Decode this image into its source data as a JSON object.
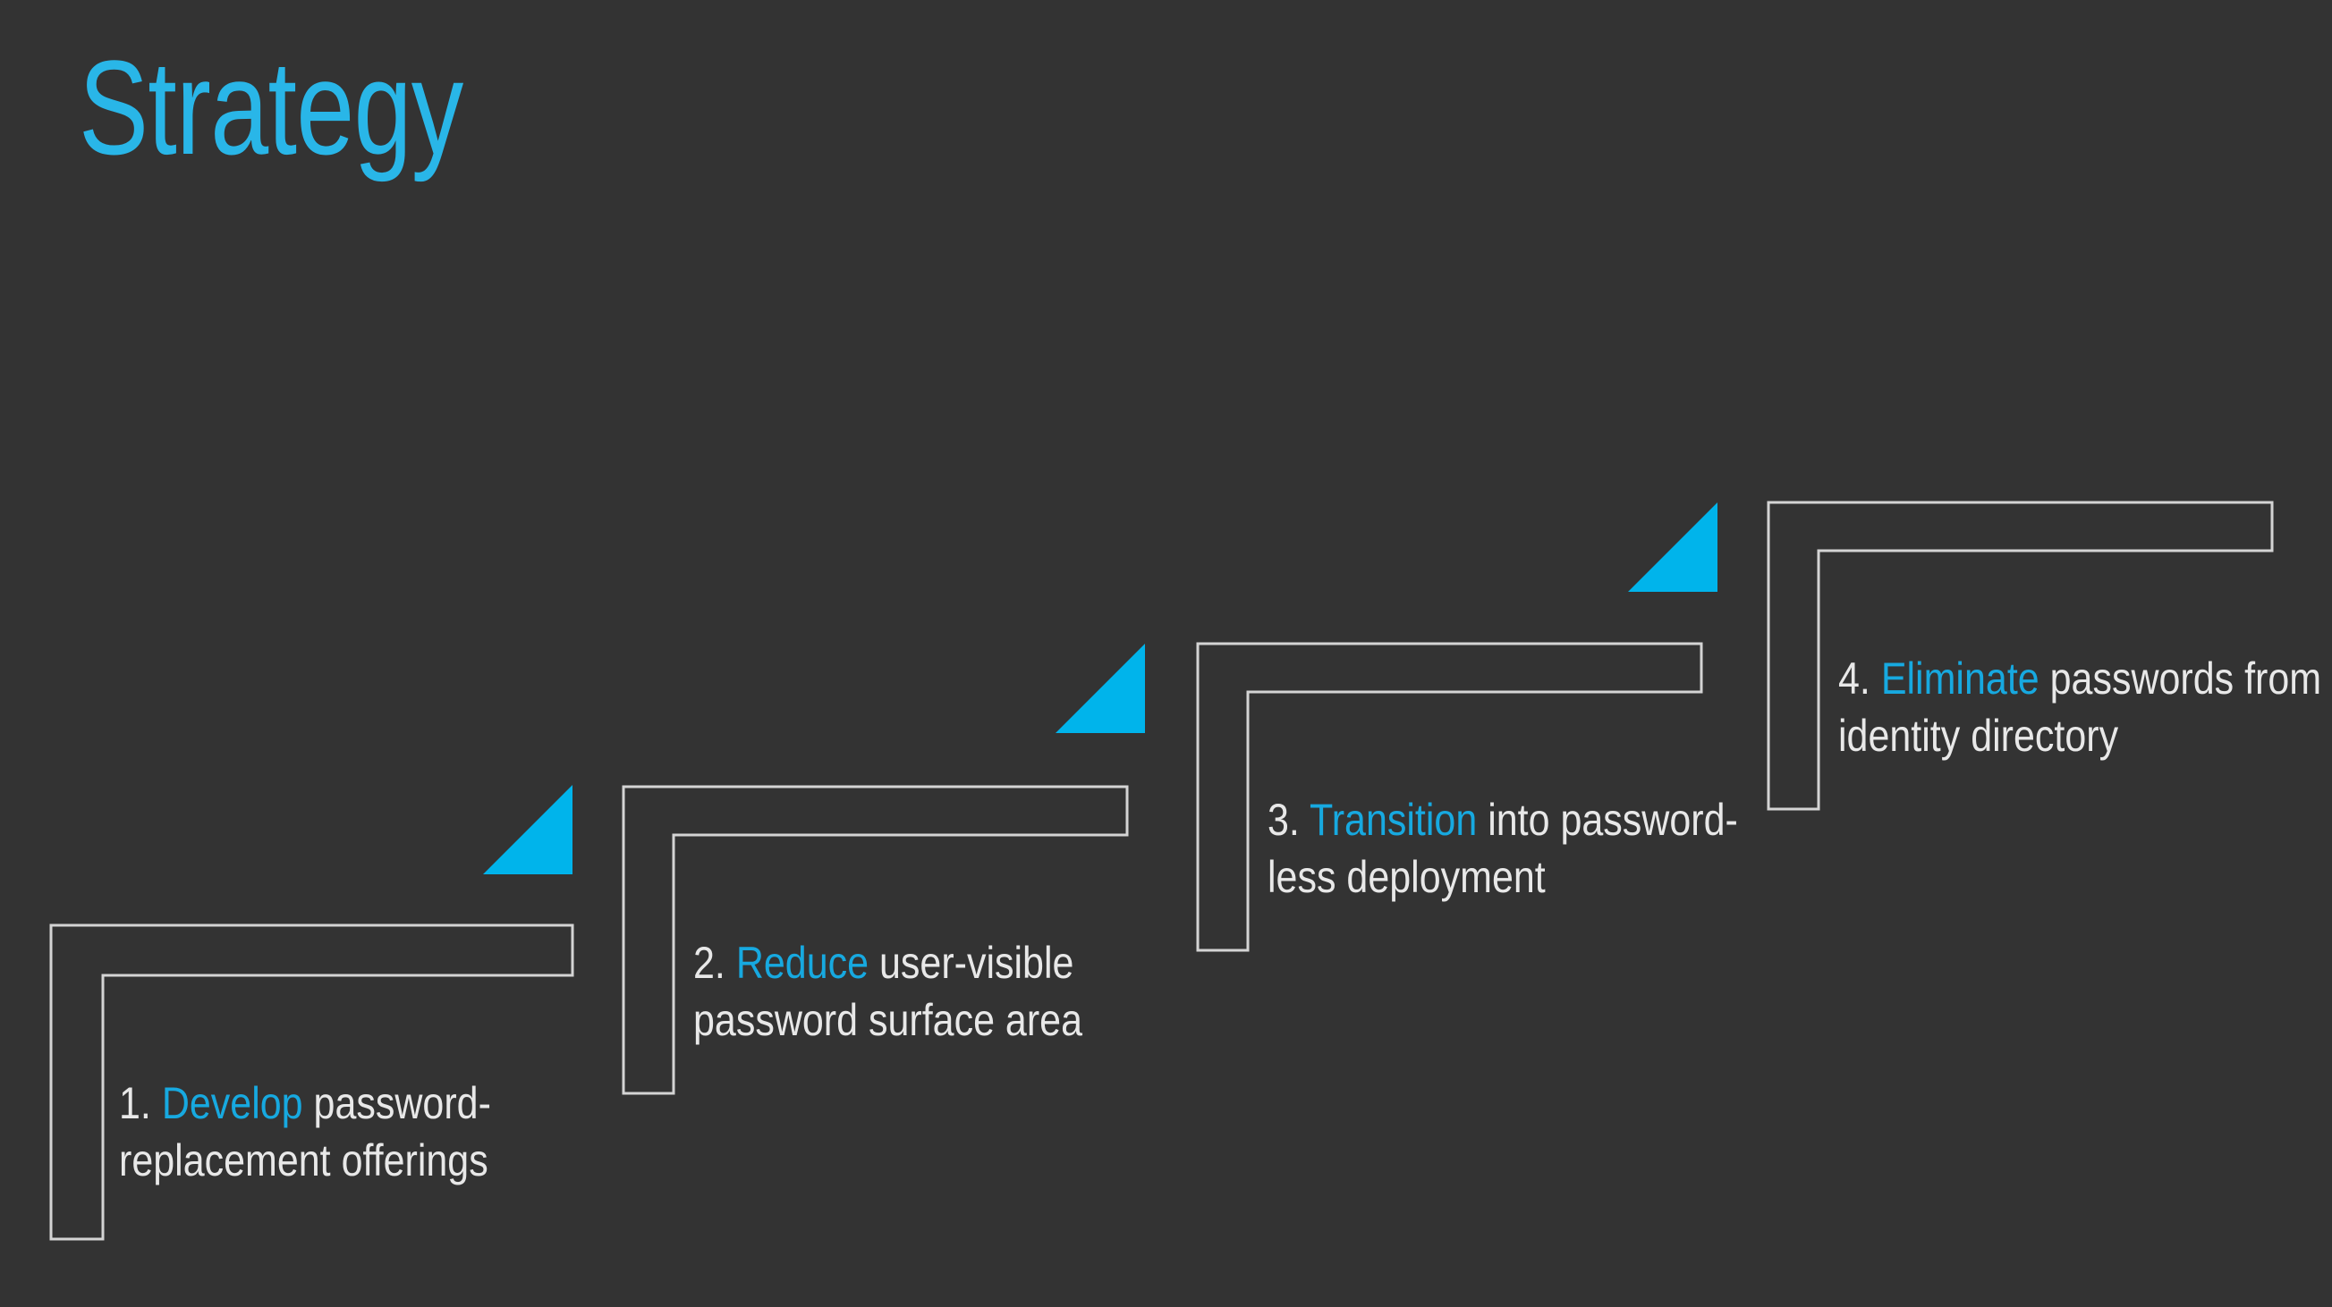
{
  "slide": {
    "title": "Strategy",
    "background_color": "#333333",
    "accent_color": "#00b4eb",
    "title_color": "#29b6e8",
    "text_color": "#e8e8e8",
    "bracket_color": "#d4d4d4"
  },
  "steps": [
    {
      "number": "1.",
      "keyword": "Develop",
      "rest": " password-replacement offerings",
      "full_text": "1. Develop password-replacement offerings",
      "has_triangle": false
    },
    {
      "number": "2.",
      "keyword": "Reduce",
      "rest": " user-visible password surface area",
      "full_text": "2. Reduce user-visible password surface area",
      "has_triangle": true
    },
    {
      "number": "3.",
      "keyword": "Transition",
      "rest": " into password-less deployment",
      "full_text": "3. Transition into password-less deployment",
      "has_triangle": true
    },
    {
      "number": "4.",
      "keyword": "Eliminate",
      "rest": " passwords from identity directory",
      "full_text": "4. Eliminate passwords from identity directory",
      "has_triangle": true
    }
  ]
}
